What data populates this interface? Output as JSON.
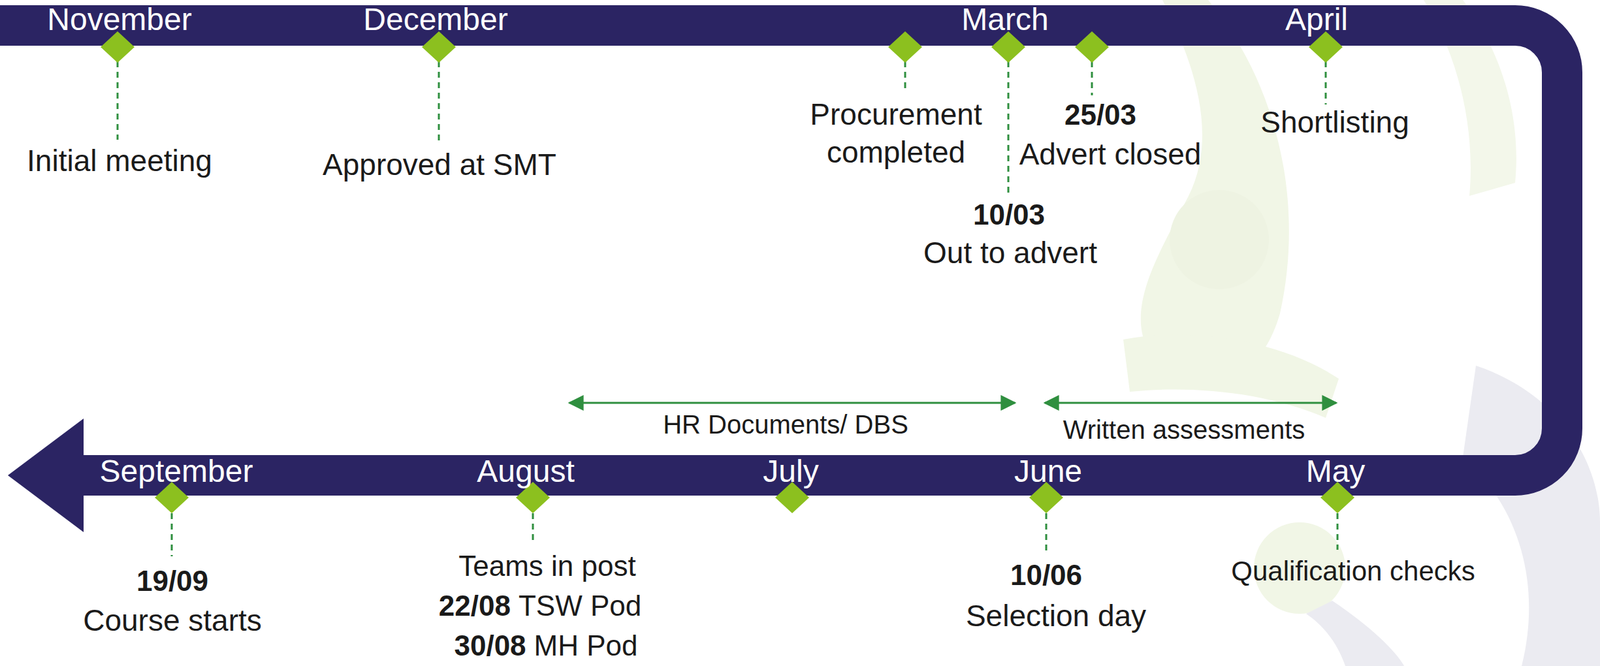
{
  "diagram": {
    "labels": [
      "November",
      "December",
      "March",
      "April",
      "Initial meeting",
      "Approved at SMT",
      "Procurement completed",
      "25/03",
      "Advert closed",
      "10/03",
      "Out to advert",
      "Shortlisting",
      "HR Documents/ DBS",
      "Written assessments",
      "September",
      "August",
      "July",
      "June",
      "May",
      "19/09",
      "Course starts",
      "Teams in post",
      "22/08",
      "TSW Pod",
      "30/08",
      "MH Pod",
      "10/06",
      "Selection day",
      "Qualification checks"
    ]
  }
}
